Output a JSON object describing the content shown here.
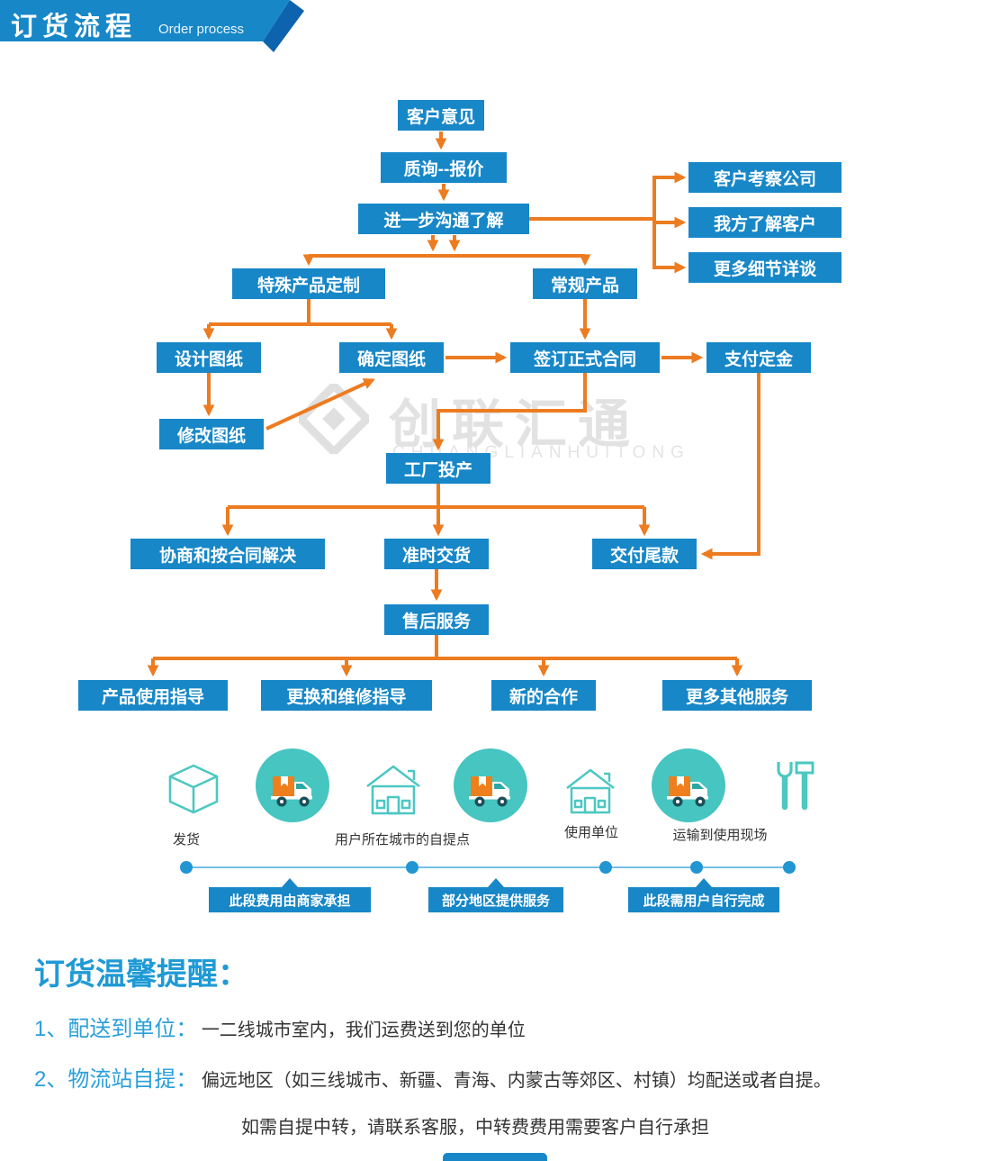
{
  "header": {
    "title": "订货流程",
    "subtitle": "Order process"
  },
  "watermark": {
    "name": "创联汇通",
    "latin": "CHUANGLIANHUITONG"
  },
  "colors": {
    "accent_blue": "#1787c8",
    "arrow_orange": "#ed7b20",
    "icon_teal": "#4dc7c2",
    "truck_orange": "#ef7f1c",
    "note_blue": "#2a9fd9"
  },
  "flow": {
    "customer_opinion": "客户意见",
    "inquiry_quote": "质询--报价",
    "further_communication": "进一步沟通了解",
    "customer_visit": "客户考察公司",
    "know_customer": "我方了解客户",
    "more_details": "更多细节详谈",
    "special_custom": "特殊产品定制",
    "regular_product": "常规产品",
    "design_drawing": "设计图纸",
    "confirm_drawing": "确定图纸",
    "sign_contract": "签订正式合同",
    "pay_deposit": "支付定金",
    "modify_drawing": "修改图纸",
    "factory_production": "工厂投产",
    "negotiate_resolve": "协商和按合同解决",
    "ontime_delivery": "准时交货",
    "pay_balance": "交付尾款",
    "after_sales": "售后服务",
    "usage_guide": "产品使用指导",
    "repair_guide": "更换和维修指导",
    "new_cooperation": "新的合作",
    "more_services": "更多其他服务"
  },
  "logistics": {
    "ship_label": "发货",
    "pickup_label": "用户所在城市的自提点",
    "use_unit_label": "使用单位",
    "transport_label": "运输到使用现场",
    "callout_merchant": "此段费用由商家承担",
    "callout_partial": "部分地区提供服务",
    "callout_user": "此段需用户自行完成"
  },
  "icons": [
    "shipping-box-icon",
    "delivery-truck-icon",
    "pickup-house-icon",
    "delivery-truck-icon",
    "use-unit-house-icon",
    "delivery-truck-icon",
    "tools-icon"
  ],
  "notes": {
    "title": "订货温馨提醒：",
    "item1_label": "1、配送到单位：",
    "item1_text": "一二线城市室内，我们运费送到您的单位",
    "item2_label": "2、物流站自提：",
    "item2_text": "偏远地区（如三线城市、新疆、青海、内蒙古等郊区、村镇）均配送或者自提。",
    "item3_text": "如需自提中转，请联系客服，中转费费用需要客户自行承担"
  }
}
